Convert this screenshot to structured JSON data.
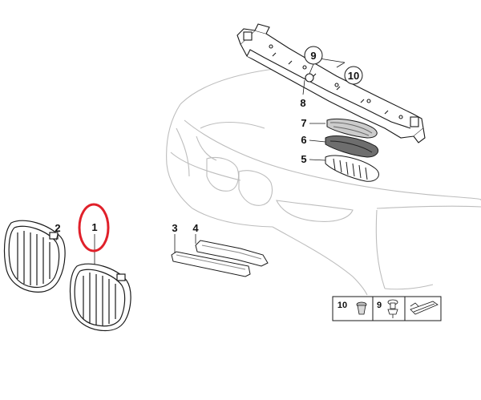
{
  "colors": {
    "line": "#1a1a1a",
    "body_outline": "#bdbdbd",
    "highlight_circle": "#e0202a"
  },
  "callouts": {
    "c1": "1",
    "c2": "2",
    "c3": "3",
    "c4": "4",
    "c5": "5",
    "c6": "6",
    "c7": "7",
    "c8": "8",
    "c9": "9",
    "c10": "10"
  },
  "legend": {
    "clip_label": "10",
    "screw_label": "9"
  },
  "highlighted_part": "1"
}
